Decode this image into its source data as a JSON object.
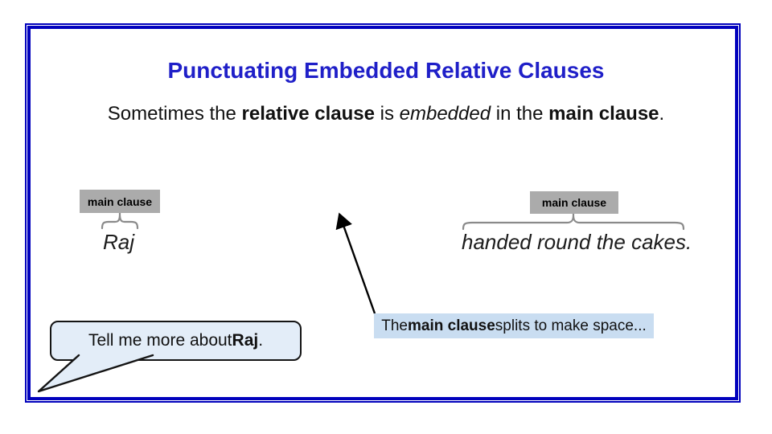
{
  "slide": {
    "title": "Punctuating Embedded Relative Clauses",
    "subtitle_parts": [
      {
        "text": "Sometimes the "
      },
      {
        "text": "relative clause"
      },
      {
        "text": " is "
      },
      {
        "text": "embedded"
      },
      {
        "text": " in the "
      },
      {
        "text": "main clause"
      },
      {
        "text": "."
      }
    ],
    "left_group": {
      "label": "main clause",
      "clause": "Raj"
    },
    "right_group": {
      "label": "main clause",
      "clause": "handed round the cakes."
    },
    "speech_bubble_parts": [
      {
        "text": "Tell me more about "
      },
      {
        "text": "Raj"
      },
      {
        "text": "."
      }
    ],
    "caption_parts": [
      {
        "text": "The "
      },
      {
        "text": "main clause"
      },
      {
        "text": " splits to make space..."
      }
    ],
    "colors": {
      "frame_border": "#0101bd",
      "title_text": "#1f1fc8",
      "label_background": "#ababab",
      "brace_stroke": "#8a8a8a",
      "bubble_fill": "#e3edf8",
      "caption_fill": "#c9ddf1",
      "arrow_stroke": "#000000"
    }
  }
}
